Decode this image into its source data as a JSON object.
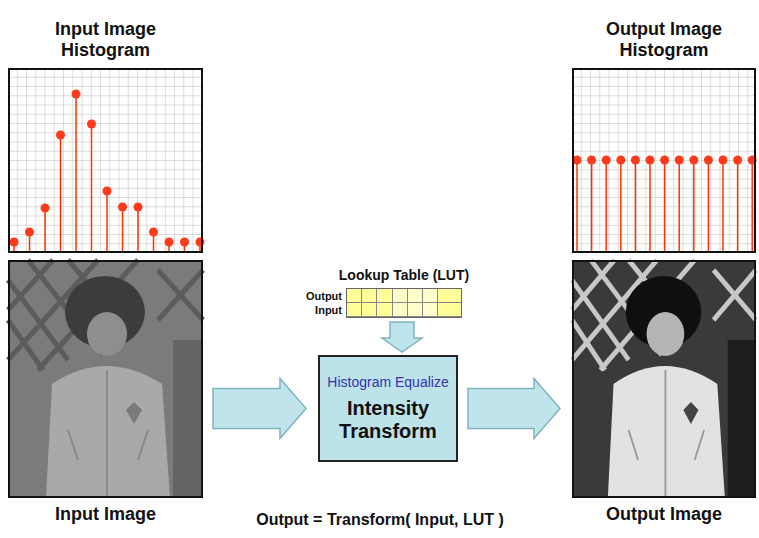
{
  "diagram": {
    "nodes": [
      {
        "text": [
          "Input Image Histogram"
        ]
      },
      {
        "text": [
          "Output Image Histogram"
        ]
      },
      {
        "text": [
          "Input Image"
        ]
      },
      {
        "text": [
          "Lookup Table (LUT)"
        ]
      },
      {
        "text": [
          "Histogram Equalize",
          "Intensity Transform"
        ]
      },
      {
        "text": [
          "Output Image"
        ]
      }
    ],
    "edges": [
      {
        "from": 2,
        "to": 4,
        "arrow": "to"
      },
      {
        "from": 3,
        "to": 4,
        "arrow": "to"
      },
      {
        "from": 4,
        "to": 5,
        "arrow": "to"
      }
    ],
    "labels": [
      "Output",
      "Input",
      "Output = Transform( Input, LUT )"
    ]
  }
}
